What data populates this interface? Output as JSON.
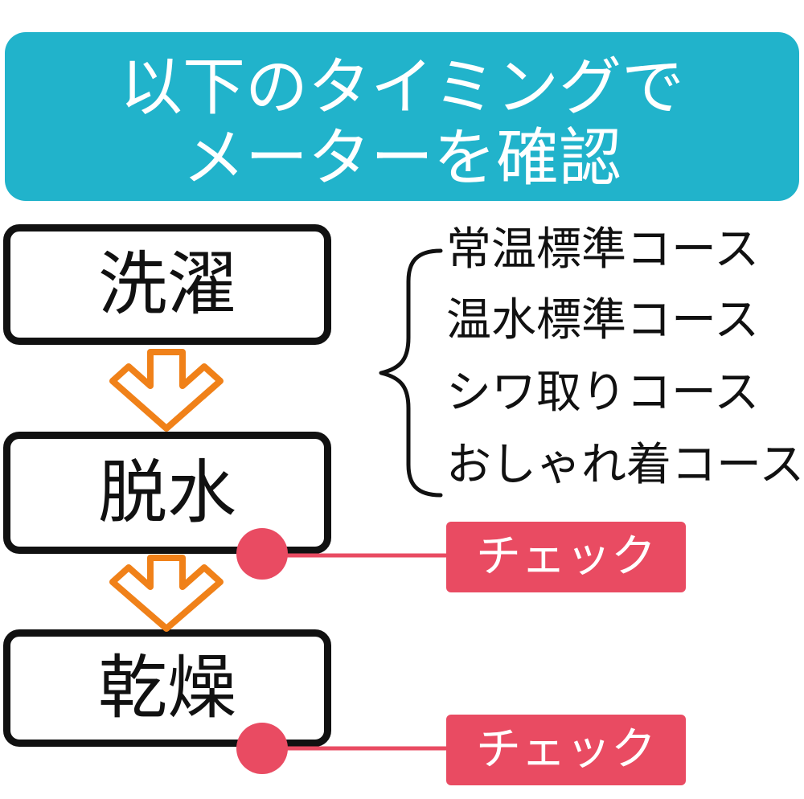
{
  "header": {
    "line1": "以下のタイミングで",
    "line2": "メーターを確認",
    "color": "#21b3cb"
  },
  "steps": [
    {
      "label": "洗濯"
    },
    {
      "label": "脱水"
    },
    {
      "label": "乾燥"
    }
  ],
  "courses": [
    "常温標準コース",
    "温水標準コース",
    "シワ取りコース",
    "おしゃれ着コース"
  ],
  "checks": [
    {
      "label": "チェック"
    },
    {
      "label": "チェック"
    }
  ],
  "colors": {
    "arrow": "#f08119",
    "check": "#e94b62",
    "box_border": "#111111"
  }
}
